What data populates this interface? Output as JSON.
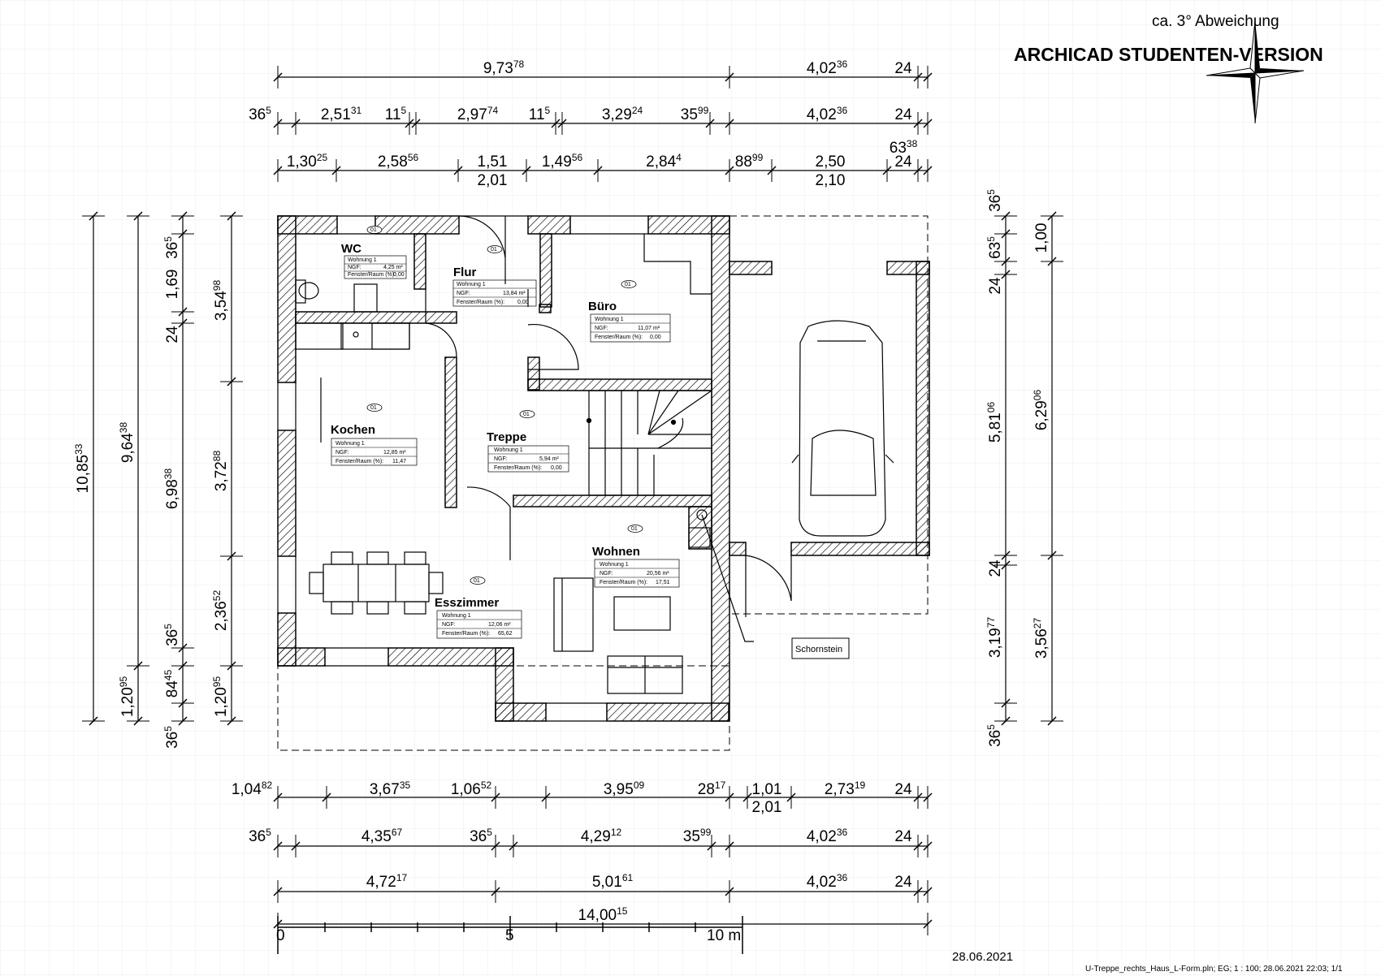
{
  "header": {
    "deviation_note": "ca. 3° Abweichung",
    "watermark": "ARCHICAD STUDENTEN-VERSION"
  },
  "footer": {
    "date": "28.06.2021",
    "file_info": "U-Treppe_rechts_Haus_L-Form.pln; EG; 1 : 100; 28.06.2021 22:03; 1/1"
  },
  "scale_bar": {
    "labels": [
      "0",
      "5",
      "10 m"
    ]
  },
  "chimney_label": "Schornstein",
  "rooms": [
    {
      "name": "WC",
      "unit": "Wohnung 1",
      "ngf_label": "NGF:",
      "ngf": "4,25 m²",
      "ratio_label": "Fenster/Raum (%):",
      "ratio": "0,00",
      "tag": "01"
    },
    {
      "name": "Flur",
      "unit": "Wohnung 1",
      "ngf_label": "NGF:",
      "ngf": "13,84 m²",
      "ratio_label": "Fenster/Raum (%):",
      "ratio": "0,00",
      "tag": "01"
    },
    {
      "name": "Büro",
      "unit": "Wohnung 1",
      "ngf_label": "NGF:",
      "ngf": "11,07 m²",
      "ratio_label": "Fenster/Raum (%):",
      "ratio": "0,00",
      "tag": "01"
    },
    {
      "name": "Kochen",
      "unit": "Wohnung 1",
      "ngf_label": "NGF:",
      "ngf": "12,85 m²",
      "ratio_label": "Fenster/Raum (%):",
      "ratio": "11,47",
      "tag": "01"
    },
    {
      "name": "Treppe",
      "unit": "Wohnung 1",
      "ngf_label": "NGF:",
      "ngf": "5,94 m²",
      "ratio_label": "Fenster/Raum (%):",
      "ratio": "0,00",
      "tag": "01"
    },
    {
      "name": "Wohnen",
      "unit": "Wohnung 1",
      "ngf_label": "NGF:",
      "ngf": "20,56 m²",
      "ratio_label": "Fenster/Raum (%):",
      "ratio": "17,51",
      "tag": "01"
    },
    {
      "name": "Esszimmer",
      "unit": "Wohnung 1",
      "ngf_label": "NGF:",
      "ngf": "12,06 m²",
      "ratio_label": "Fenster/Raum (%):",
      "ratio": "65,62",
      "tag": "01"
    }
  ],
  "dims_top": {
    "row1": [
      [
        "9,73",
        "78"
      ],
      [
        "4,02",
        "36"
      ],
      [
        "24",
        ""
      ]
    ],
    "row2": [
      [
        "36",
        "5"
      ],
      [
        "2,51",
        "31"
      ],
      [
        "11",
        "5"
      ],
      [
        "2,97",
        "74"
      ],
      [
        "11",
        "5"
      ],
      [
        "3,29",
        "24"
      ],
      [
        "35",
        "99"
      ],
      [
        "4,02",
        "36"
      ],
      [
        "24",
        ""
      ]
    ],
    "row3": [
      [
        "1,30",
        "25"
      ],
      [
        "2,58",
        "56"
      ],
      [
        "1,51",
        ""
      ],
      [
        "1,49",
        "56"
      ],
      [
        "2,84",
        "4"
      ],
      [
        "88",
        "99"
      ],
      [
        "2,50",
        ""
      ],
      [
        "63",
        "38"
      ],
      [
        "24",
        ""
      ]
    ],
    "row3_sub": [
      [
        "2,01",
        ""
      ],
      [
        "2,10",
        ""
      ]
    ]
  },
  "dims_bottom": {
    "row1": [
      [
        "1,04",
        "82"
      ],
      [
        "3,67",
        "35"
      ],
      [
        "1,06",
        "52"
      ],
      [
        "3,95",
        "09"
      ],
      [
        "28",
        "17"
      ],
      [
        "1,01",
        ""
      ],
      [
        "2,73",
        "19"
      ],
      [
        "24",
        ""
      ]
    ],
    "row1_sub": [
      [
        "2,01",
        ""
      ]
    ],
    "row2": [
      [
        "36",
        "5"
      ],
      [
        "4,35",
        "67"
      ],
      [
        "36",
        "5"
      ],
      [
        "4,29",
        "12"
      ],
      [
        "35",
        "99"
      ],
      [
        "4,02",
        "36"
      ],
      [
        "24",
        ""
      ]
    ],
    "row3": [
      [
        "4,72",
        "17"
      ],
      [
        "5,01",
        "61"
      ],
      [
        "4,02",
        "36"
      ],
      [
        "24",
        ""
      ]
    ],
    "row4": [
      [
        "14,00",
        "15"
      ]
    ]
  },
  "dims_left": {
    "col1": [
      [
        "10,85",
        "33"
      ]
    ],
    "col2": [
      [
        "9,64",
        "38"
      ],
      [
        "1,20",
        "95"
      ]
    ],
    "col3": [
      [
        "36",
        "5"
      ],
      [
        "1,69",
        ""
      ],
      [
        "24",
        ""
      ],
      [
        "6,98",
        "38"
      ],
      [
        "36",
        "5"
      ],
      [
        "84",
        "45"
      ],
      [
        "36",
        "5"
      ]
    ],
    "col4": [
      [
        "3,54",
        "98"
      ],
      [
        "3,72",
        "88"
      ],
      [
        "2,36",
        "52"
      ],
      [
        "1,20",
        "95"
      ]
    ]
  },
  "dims_right": {
    "col1": [
      [
        "36",
        "5"
      ],
      [
        "63",
        "5"
      ],
      [
        "24",
        ""
      ],
      [
        "5,81",
        "06"
      ],
      [
        "24",
        ""
      ],
      [
        "3,19",
        "77"
      ],
      [
        "36",
        "5"
      ]
    ],
    "col2": [
      [
        "1,00",
        ""
      ],
      [
        "6,29",
        "06"
      ],
      [
        "3,56",
        "27"
      ]
    ]
  }
}
